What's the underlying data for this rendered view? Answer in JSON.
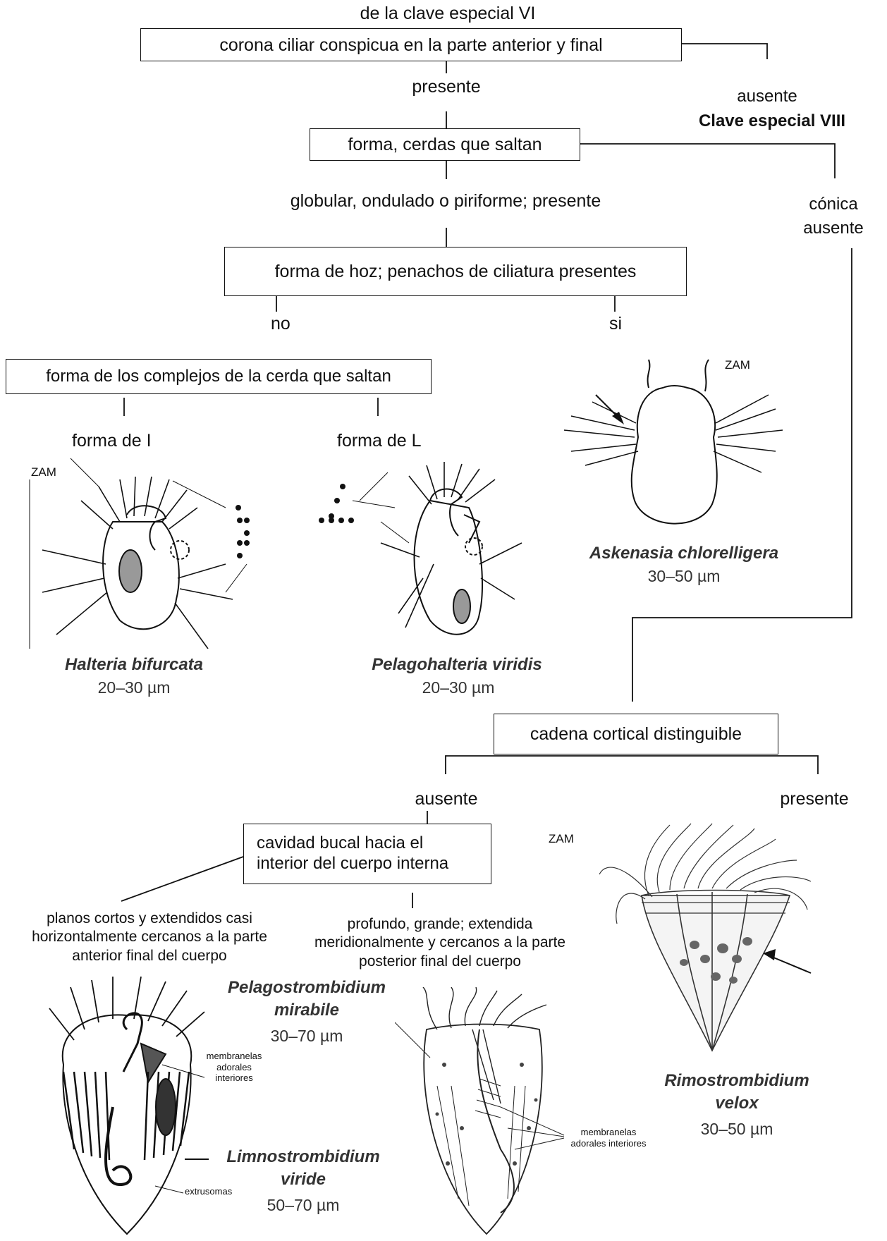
{
  "header": {
    "top_label": "de la clave especial VI"
  },
  "nodes": {
    "corona": "corona ciliar conspicua en la parte anterior y final",
    "forma_cerdas": "forma, cerdas que saltan",
    "hoz": "forma de hoz; penachos de ciliatura presentes",
    "complejos": "forma de los complejos de la cerda que saltan",
    "cadena": "cadena cortical distinguible",
    "cavidad": "cavidad bucal hacia el interior del cuerpo interna"
  },
  "branches": {
    "presente_1": "presente",
    "ausente_1": "ausente",
    "clave_viii": "Clave especial VIII",
    "globular": "globular, ondulado o piriforme; presente",
    "conica": "cónica",
    "ausente_2": "ausente",
    "no": "no",
    "si": "si",
    "forma_i": "forma de I",
    "forma_l": "forma de L",
    "ausente_3": "ausente",
    "presente_3": "presente",
    "planos": "planos cortos y extendidos casi horizontalmente cercanos a la parte anterior final del cuerpo",
    "profundo": "profundo, grande; extendida meridionalmente y cercanos a la parte posterior final del cuerpo"
  },
  "labels": {
    "zam": "ZAM",
    "membranelas": "membranelas adorales interiores",
    "extrusomas": "extrusomas"
  },
  "species": {
    "halteria": {
      "name": "Halteria bifurcata",
      "size": "20–30 µm"
    },
    "pelagohalteria": {
      "name": "Pelagohalteria viridis",
      "size": "20–30 µm"
    },
    "askenasia": {
      "name": "Askenasia chlorelligera",
      "size": "30–50 µm"
    },
    "rimostrombidium": {
      "name_1": "Rimostrombidium",
      "name_2": "velox",
      "size": "30–50 µm"
    },
    "pelagostrombidium": {
      "name_1": "Pelagostrombidium",
      "name_2": "mirabile",
      "size": "30–70 µm"
    },
    "limnostrombidium": {
      "name_1": "Limnostrombidium",
      "name_2": "viride",
      "size": "50–70 µm"
    }
  }
}
